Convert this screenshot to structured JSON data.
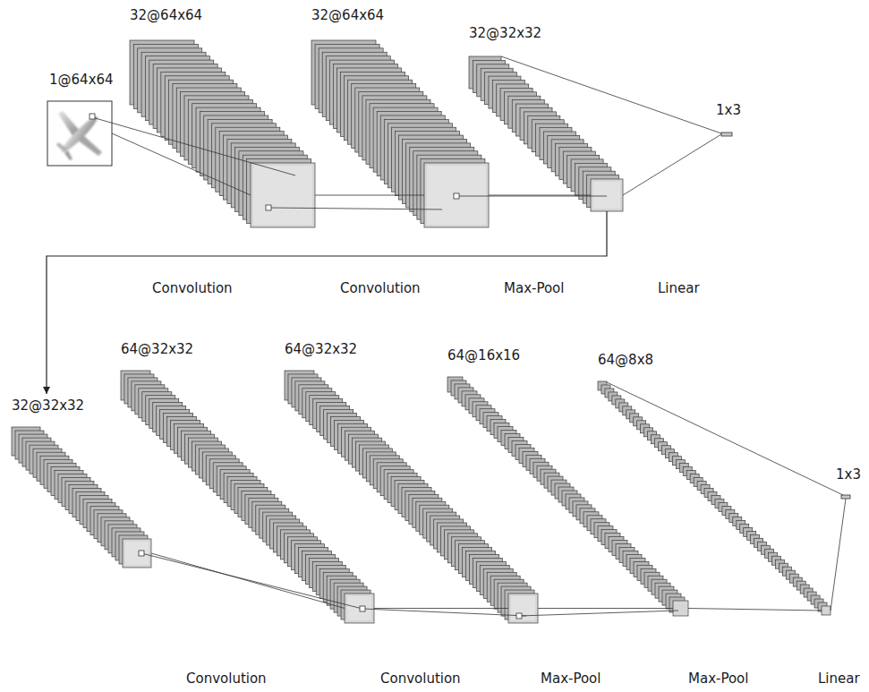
{
  "diagram": {
    "nodes": [
      {
        "text": [
          "1@64x64"
        ]
      },
      {
        "text": [
          "32@64x64"
        ]
      },
      {
        "text": [
          "32@64x64"
        ]
      },
      {
        "text": [
          "32@32x32"
        ]
      },
      {
        "text": [
          "1x3"
        ]
      },
      {
        "text": [
          "32@32x32"
        ]
      },
      {
        "text": [
          "64@32x32"
        ]
      },
      {
        "text": [
          "64@32x32"
        ]
      },
      {
        "text": [
          "64@16x16"
        ]
      },
      {
        "text": [
          "64@8x8"
        ]
      },
      {
        "text": [
          "1x3"
        ]
      }
    ],
    "edges": [
      {
        "from": 0,
        "to": 1,
        "arrow": "none"
      },
      {
        "from": 1,
        "to": 2,
        "arrow": "none"
      },
      {
        "from": 2,
        "to": 3,
        "arrow": "none"
      },
      {
        "from": 3,
        "to": 4,
        "arrow": "none"
      },
      {
        "from": 3,
        "to": 5,
        "arrow": "to"
      },
      {
        "from": 5,
        "to": 6,
        "arrow": "none"
      },
      {
        "from": 6,
        "to": 7,
        "arrow": "none"
      },
      {
        "from": 7,
        "to": 8,
        "arrow": "none"
      },
      {
        "from": 8,
        "to": 9,
        "arrow": "none"
      },
      {
        "from": 9,
        "to": 10,
        "arrow": "none"
      }
    ],
    "labels": [
      "Convolution",
      "Convolution",
      "Max-Pool",
      "Linear",
      "Convolution",
      "Convolution",
      "Max-Pool",
      "Max-Pool",
      "Linear"
    ]
  }
}
